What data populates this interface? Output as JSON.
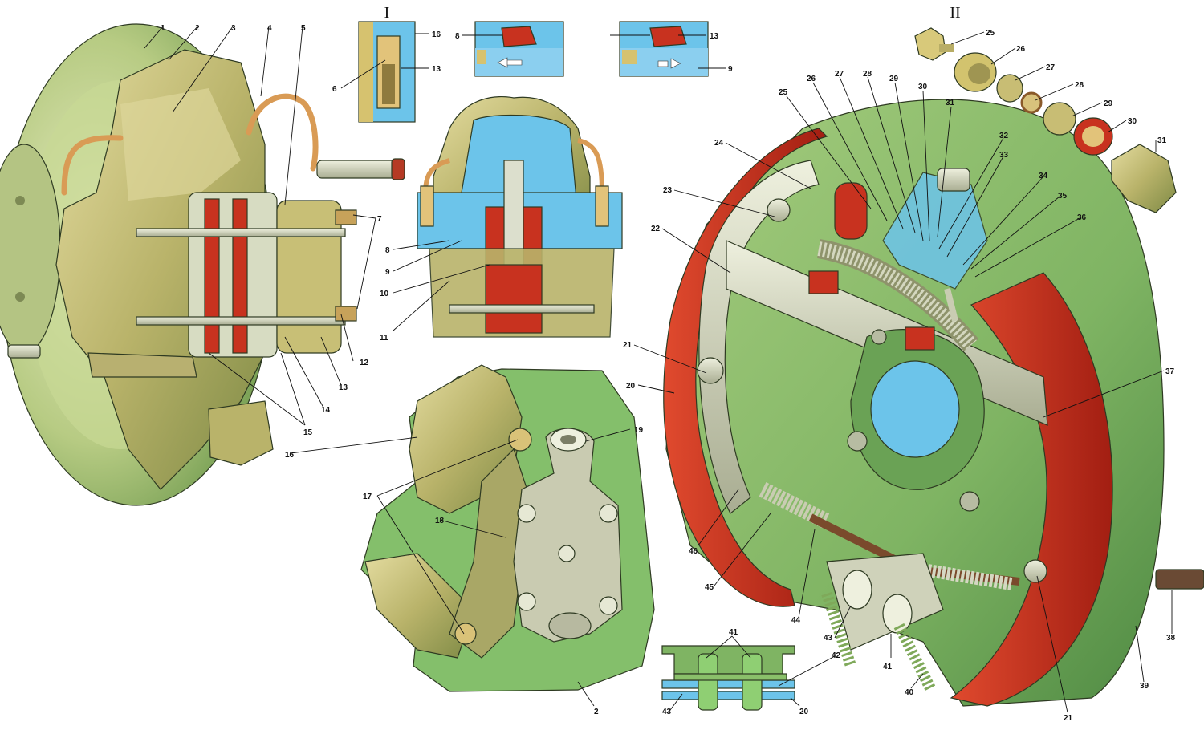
{
  "views": {
    "inset_1": "I",
    "view_2": "II"
  },
  "callouts": [
    {
      "id": "c1a",
      "text": "1"
    },
    {
      "id": "c2a",
      "text": "2"
    },
    {
      "id": "c3",
      "text": "3"
    },
    {
      "id": "c4",
      "text": "4"
    },
    {
      "id": "c5",
      "text": "5"
    },
    {
      "id": "c7",
      "text": "7"
    },
    {
      "id": "c12",
      "text": "12"
    },
    {
      "id": "c13a",
      "text": "13"
    },
    {
      "id": "c14",
      "text": "14"
    },
    {
      "id": "c15",
      "text": "15"
    },
    {
      "id": "c16a",
      "text": "16"
    },
    {
      "id": "c16b",
      "text": "16"
    },
    {
      "id": "c13b",
      "text": "13"
    },
    {
      "id": "c6",
      "text": "6"
    },
    {
      "id": "c8a",
      "text": "8"
    },
    {
      "id": "c13c",
      "text": "13"
    },
    {
      "id": "c9a",
      "text": "9"
    },
    {
      "id": "c8b",
      "text": "8"
    },
    {
      "id": "c9b",
      "text": "9"
    },
    {
      "id": "c10",
      "text": "10"
    },
    {
      "id": "c11",
      "text": "11"
    },
    {
      "id": "c17",
      "text": "17"
    },
    {
      "id": "c18",
      "text": "18"
    },
    {
      "id": "c19",
      "text": "19"
    },
    {
      "id": "c2b",
      "text": "2"
    },
    {
      "id": "c41a",
      "text": "41"
    },
    {
      "id": "c42",
      "text": "42"
    },
    {
      "id": "c43a",
      "text": "43"
    },
    {
      "id": "c20a",
      "text": "20"
    },
    {
      "id": "c25a",
      "text": "25"
    },
    {
      "id": "c26a",
      "text": "26"
    },
    {
      "id": "c27a",
      "text": "27"
    },
    {
      "id": "c28a",
      "text": "28"
    },
    {
      "id": "c29a",
      "text": "29"
    },
    {
      "id": "c30a",
      "text": "30"
    },
    {
      "id": "c31a",
      "text": "31"
    },
    {
      "id": "c25b",
      "text": "25"
    },
    {
      "id": "c26b",
      "text": "26"
    },
    {
      "id": "c27b",
      "text": "27"
    },
    {
      "id": "c28b",
      "text": "28"
    },
    {
      "id": "c29b",
      "text": "29"
    },
    {
      "id": "c30b",
      "text": "30"
    },
    {
      "id": "c31b",
      "text": "31"
    },
    {
      "id": "c32",
      "text": "32"
    },
    {
      "id": "c33",
      "text": "33"
    },
    {
      "id": "c34",
      "text": "34"
    },
    {
      "id": "c35",
      "text": "35"
    },
    {
      "id": "c36",
      "text": "36"
    },
    {
      "id": "c24",
      "text": "24"
    },
    {
      "id": "c23",
      "text": "23"
    },
    {
      "id": "c22",
      "text": "22"
    },
    {
      "id": "c21a",
      "text": "21"
    },
    {
      "id": "c20b",
      "text": "20"
    },
    {
      "id": "c37",
      "text": "37"
    },
    {
      "id": "c46",
      "text": "46"
    },
    {
      "id": "c45",
      "text": "45"
    },
    {
      "id": "c44",
      "text": "44"
    },
    {
      "id": "c43b",
      "text": "43"
    },
    {
      "id": "c41b",
      "text": "41"
    },
    {
      "id": "c40",
      "text": "40"
    },
    {
      "id": "c21b",
      "text": "21"
    },
    {
      "id": "c39",
      "text": "39"
    },
    {
      "id": "c38",
      "text": "38"
    }
  ],
  "colors": {
    "metal_green": "#9fb86a",
    "disc_green": "#b7cb83",
    "casting_olive": "#b9b36a",
    "lining_red": "#c8321f",
    "fluid_blue": "#6cc4ea",
    "backing_plate": "#7fb463",
    "steel_grey": "#c9ccb2"
  }
}
